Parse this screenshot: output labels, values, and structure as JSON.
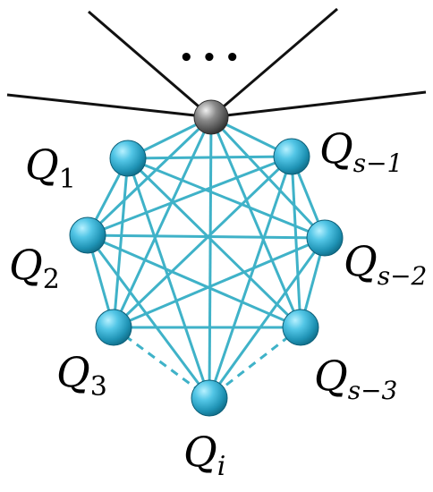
{
  "diagram": {
    "ellipsis": "• • •",
    "labels": {
      "q1": {
        "main": "Q",
        "sub": "1"
      },
      "q2": {
        "main": "Q",
        "sub": "2"
      },
      "q3": {
        "main": "Q",
        "sub": "3"
      },
      "qi": {
        "main": "Q",
        "sub": "i"
      },
      "qs3": {
        "main": "Q",
        "sub": "s−3"
      },
      "qs2": {
        "main": "Q",
        "sub": "s−2"
      },
      "qs1": {
        "main": "Q",
        "sub": "s−1"
      }
    },
    "colors": {
      "edge": "#3fb2c8",
      "outer_edge": "#111111",
      "node": "#32a9cc",
      "hub": "#7a7a7a",
      "text": "#000000"
    }
  }
}
